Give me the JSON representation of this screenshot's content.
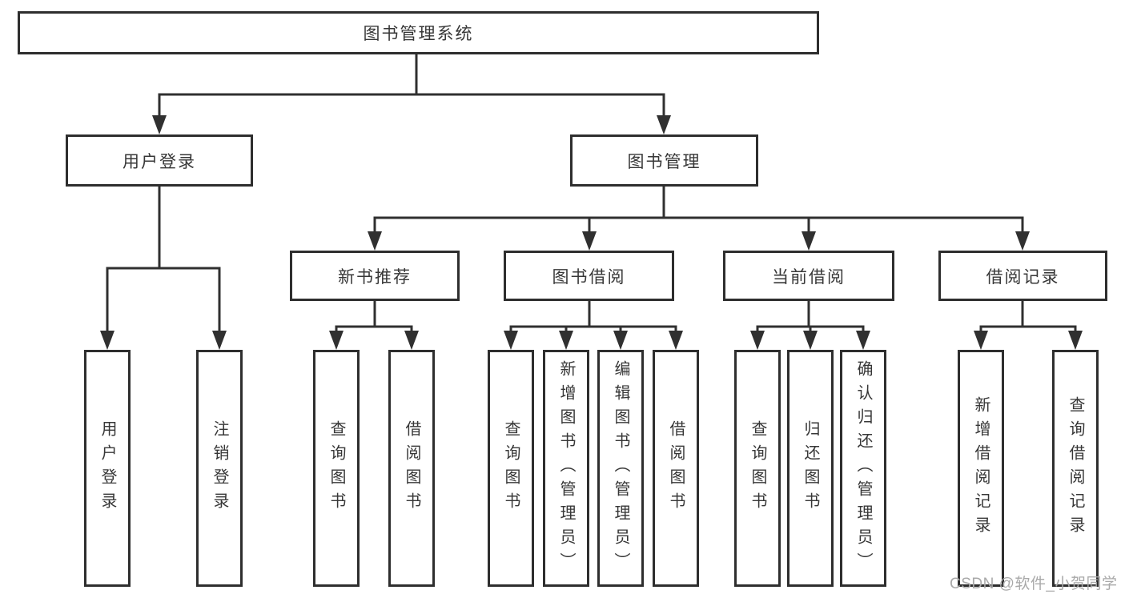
{
  "diagram": {
    "root": {
      "label": "图书管理系统"
    },
    "branches": [
      {
        "label": "用户登录",
        "children": [
          {
            "label": "用户登录"
          },
          {
            "label": "注销登录"
          }
        ]
      },
      {
        "label": "图书管理",
        "children": [
          {
            "label": "新书推荐",
            "children": [
              {
                "label": "查询图书"
              },
              {
                "label": "借阅图书"
              }
            ]
          },
          {
            "label": "图书借阅",
            "children": [
              {
                "label": "查询图书"
              },
              {
                "label": "新增图书（管理员）"
              },
              {
                "label": "编辑图书（管理员）"
              },
              {
                "label": "借阅图书"
              }
            ]
          },
          {
            "label": "当前借阅",
            "children": [
              {
                "label": "查询图书"
              },
              {
                "label": "归还图书"
              },
              {
                "label": "确认归还（管理员）"
              }
            ]
          },
          {
            "label": "借阅记录",
            "children": [
              {
                "label": "新增借阅记录"
              },
              {
                "label": "查询借阅记录"
              }
            ]
          }
        ]
      }
    ],
    "watermark": "CSDN @软件_小贺同学",
    "colors": {
      "line": "#303030",
      "box_border": "#2e2e2e",
      "text": "#373737",
      "watermark": "#a9a9a9",
      "background": "#ffffff"
    }
  }
}
